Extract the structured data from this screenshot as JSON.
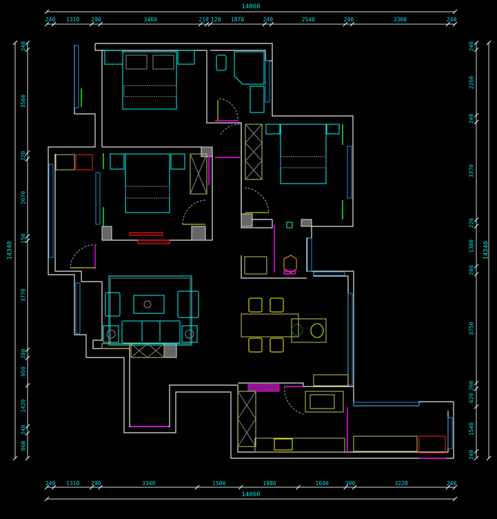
{
  "drawing": {
    "units": "mm",
    "colors": {
      "background": "#000000",
      "dimension_text": "#00e5e5",
      "walls": "#e8e8e8",
      "furniture": "#00ffff",
      "cabinets": "#c8c864",
      "doors": "#ff00ff",
      "windows": "#1e8fd0",
      "plants": "#22ee22"
    },
    "dimensions": {
      "top": {
        "total": "14060",
        "segments": [
          "240",
          "1310",
          "290",
          "3460",
          "210",
          "120",
          "1870",
          "240",
          "2540",
          "240",
          "3300",
          "240"
        ]
      },
      "bottom": {
        "total": "14060",
        "segments": [
          "240",
          "1310",
          "290",
          "3340",
          "1500",
          "1980",
          "1640",
          "300",
          "3220",
          "240"
        ]
      },
      "left": {
        "total": "14340",
        "segments": [
          "240",
          "3560",
          "220",
          "2670",
          "150",
          "3770",
          "280",
          "950",
          "1420",
          "240",
          "860"
        ]
      },
      "right": {
        "total": "14340",
        "segments": [
          "240",
          "2260",
          "240",
          "3370",
          "220",
          "1380",
          "280",
          "3750",
          "200",
          "620",
          "1540",
          "240"
        ]
      }
    }
  }
}
